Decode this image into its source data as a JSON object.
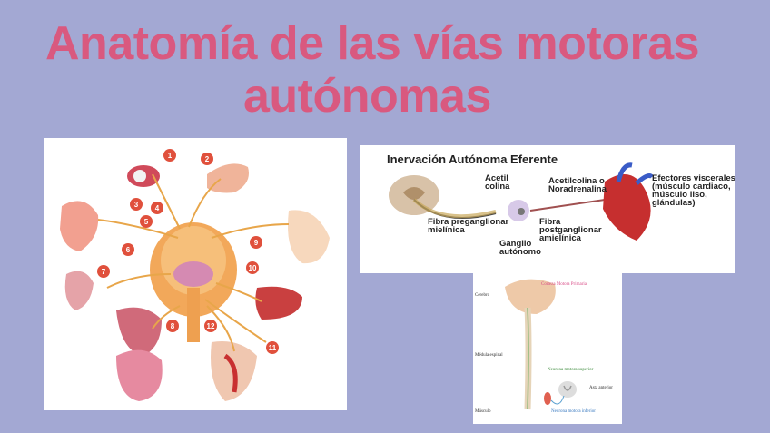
{
  "title": {
    "line1": "Anatomía de las vías motoras",
    "line2": "autónomas"
  },
  "panel1": {
    "markers": [
      "1",
      "2",
      "3",
      "4",
      "5",
      "6",
      "7",
      "8",
      "9",
      "10",
      "11",
      "12"
    ]
  },
  "panel2": {
    "heading": "Inervación Autónoma Eferente",
    "acetilcolina": "Acetil\ncolina",
    "acetil_noradrenalina": "Acetilcolina o\nNoradrenalina",
    "efectores": "Efectores viscerales\n(músculo cardiaco,\nmúsculo liso,\nglándulas)",
    "fibra_pre": "Fibra preganglionar\nmielínica",
    "fibra_post": "Fibra\npostganglionar\namielínica",
    "ganglio": "Ganglio\nautónomo"
  },
  "panel3": {
    "cerebro": "Cerebro",
    "corteza": "Corteza Motora Primaria",
    "medula": "Médula espinal",
    "neurona_sup": "Neurona motora superior",
    "asta": "Asta anterior",
    "musculo": "Músculo",
    "neurona_inf": "Neurona motora inferior"
  },
  "colors": {
    "background": "#a3a8d3",
    "title": "#d9597f",
    "marker": "#e0503c",
    "nerve": "#e8a64a"
  }
}
